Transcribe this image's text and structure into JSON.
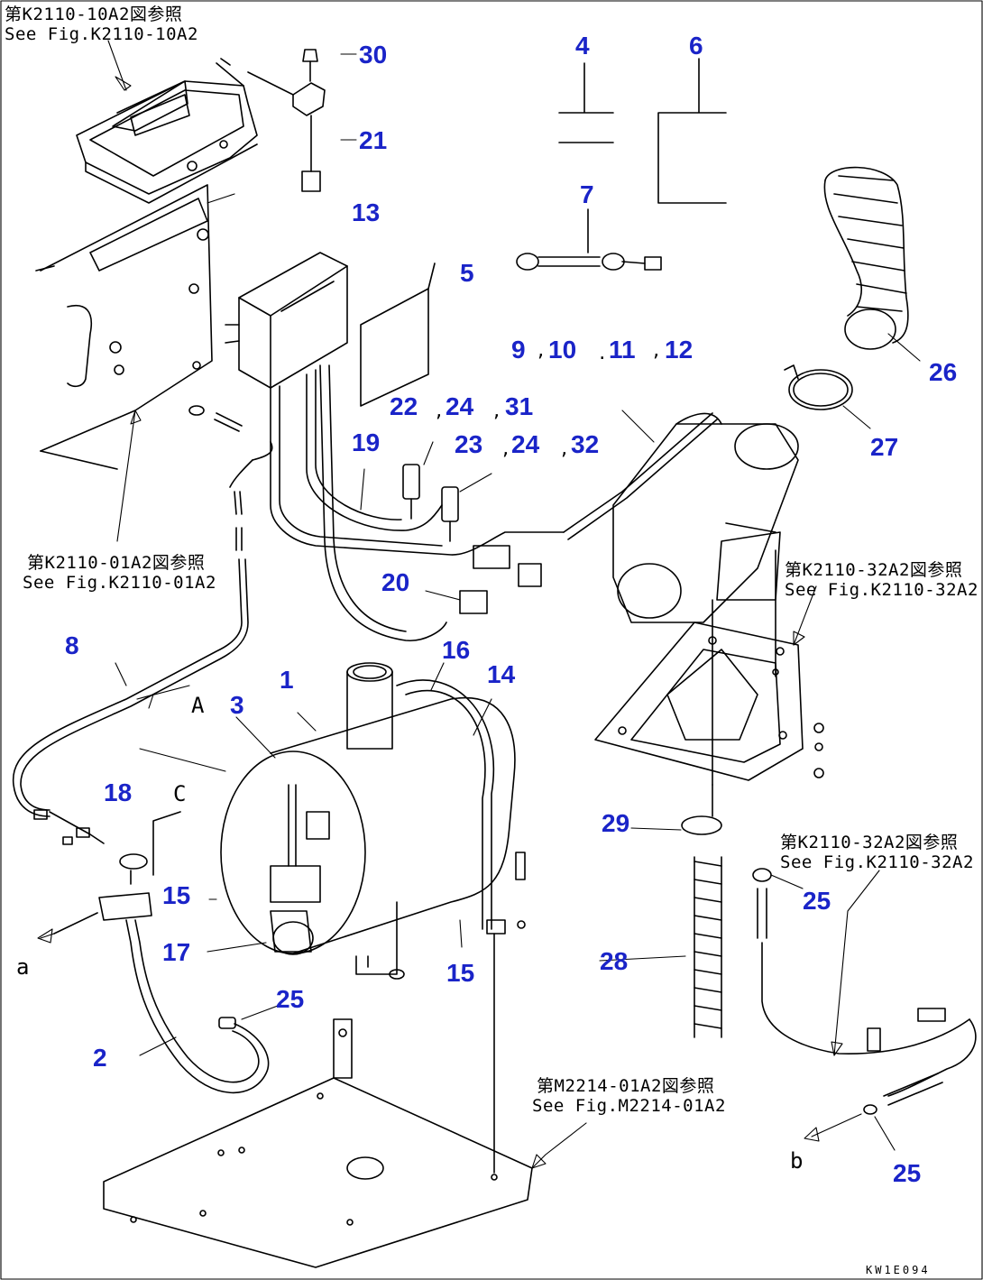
{
  "callouts": {
    "n1": "1",
    "n2": "2",
    "n3": "3",
    "n4": "4",
    "n5": "5",
    "n6": "6",
    "n7": "7",
    "n8": "8",
    "n9_12": "9",
    "n10": "10",
    "n11": "11",
    "n12": "12",
    "n13": "13",
    "n14": "14",
    "n15a": "15",
    "n15b": "15",
    "n16": "16",
    "n17": "17",
    "n18": "18",
    "n19": "19",
    "n20": "20",
    "n21": "21",
    "n22": "22",
    "n24a": "24",
    "n31": "31",
    "n23": "23",
    "n24b": "24",
    "n32": "32",
    "n25a": "25",
    "n25b": "25",
    "n25c": "25",
    "n26": "26",
    "n27": "27",
    "n28": "28",
    "n29": "29",
    "n30": "30"
  },
  "references": {
    "k2110_10a2_jp": "第K2110-10A2図参照",
    "k2110_10a2_en": "See Fig.K2110-10A2",
    "k2110_01a2_jp": "第K2110-01A2図参照",
    "k2110_01a2_en": "See Fig.K2110-01A2",
    "k2110_32a2_jp_top": "第K2110-32A2図参照",
    "k2110_32a2_en_top": "See Fig.K2110-32A2",
    "k2110_32a2_jp_mid": "第K2110-32A2図参照",
    "k2110_32a2_en_mid": "See Fig.K2110-32A2",
    "m2214_01a2_jp": "第M2214-01A2図参照",
    "m2214_01a2_en": "See Fig.M2214-01A2"
  },
  "markers": {
    "A": "A",
    "C": "C",
    "a": "a",
    "b": "b"
  },
  "drawing_code": "KW1E094",
  "colors": {
    "callout": "#1a24c8",
    "line": "#000000",
    "background": "#ffffff"
  }
}
